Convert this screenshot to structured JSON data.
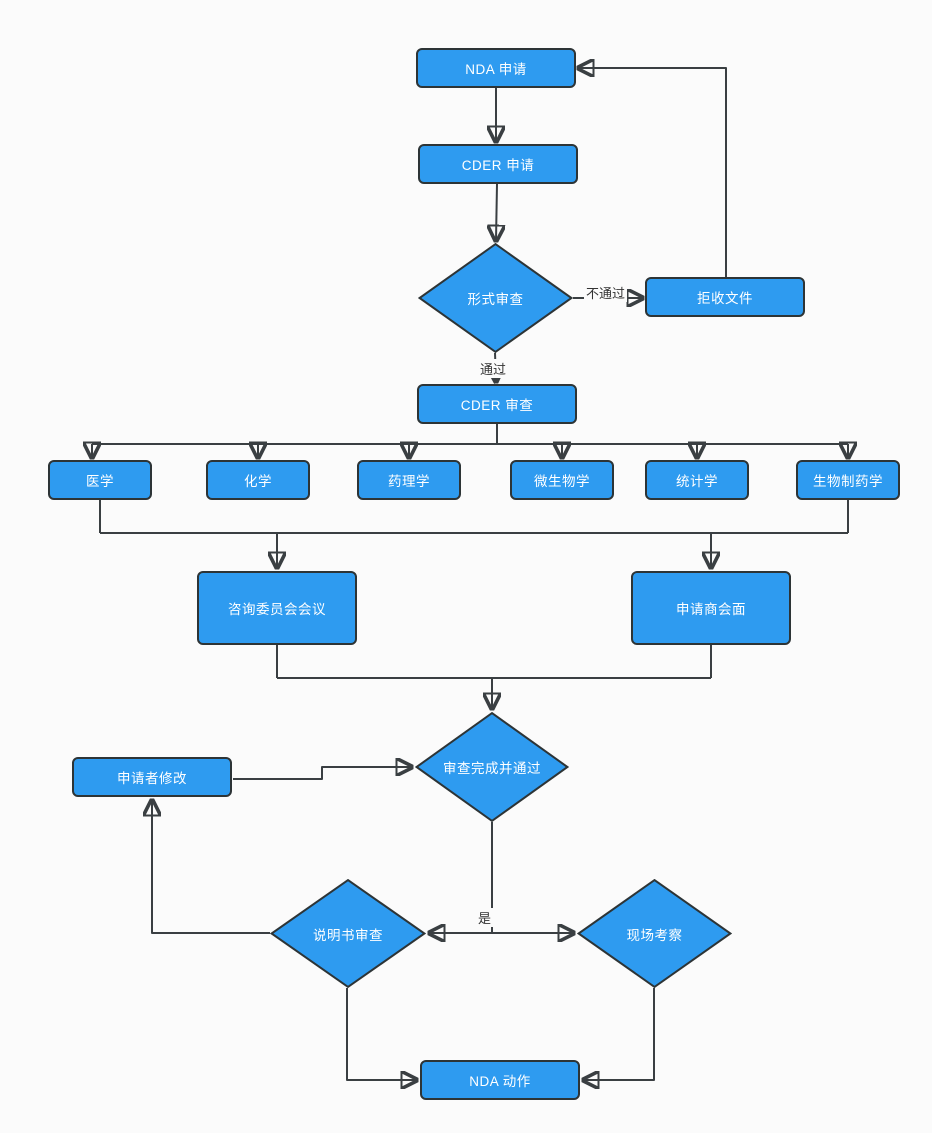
{
  "diagram": {
    "type": "flowchart",
    "nodes": {
      "nda_application": {
        "label": "NDA 申请",
        "shape": "rect"
      },
      "cder_application": {
        "label": "CDER 申请",
        "shape": "rect"
      },
      "formal_review": {
        "label": "形式审查",
        "shape": "diamond"
      },
      "reject_documents": {
        "label": "拒收文件",
        "shape": "rect"
      },
      "cder_review": {
        "label": "CDER 审查",
        "shape": "rect"
      },
      "medicine": {
        "label": "医学",
        "shape": "rect"
      },
      "chemistry": {
        "label": "化学",
        "shape": "rect"
      },
      "pharmacology": {
        "label": "药理学",
        "shape": "rect"
      },
      "microbiology": {
        "label": "微生物学",
        "shape": "rect"
      },
      "statistics": {
        "label": "统计学",
        "shape": "rect"
      },
      "biopharmaceutics": {
        "label": "生物制药学",
        "shape": "rect"
      },
      "advisory_committee_meeting": {
        "label": "咨询委员会会议",
        "shape": "rect"
      },
      "applicant_meeting": {
        "label": "申请商会面",
        "shape": "rect"
      },
      "review_complete_passed": {
        "label": "审查完成并通过",
        "shape": "diamond"
      },
      "applicant_revision": {
        "label": "申请者修改",
        "shape": "rect"
      },
      "label_review": {
        "label": "说明书审查",
        "shape": "diamond"
      },
      "site_inspection": {
        "label": "现场考察",
        "shape": "diamond"
      },
      "nda_action": {
        "label": "NDA 动作",
        "shape": "rect"
      }
    },
    "edge_labels": {
      "not_pass": "不通过",
      "pass": "通过",
      "yes": "是"
    },
    "edges": [
      {
        "from": "nda_application",
        "to": "cder_application",
        "label": ""
      },
      {
        "from": "cder_application",
        "to": "formal_review",
        "label": ""
      },
      {
        "from": "formal_review",
        "to": "reject_documents",
        "label": "不通过"
      },
      {
        "from": "reject_documents",
        "to": "nda_application",
        "label": ""
      },
      {
        "from": "formal_review",
        "to": "cder_review",
        "label": "通过"
      },
      {
        "from": "cder_review",
        "to": "medicine",
        "label": ""
      },
      {
        "from": "cder_review",
        "to": "chemistry",
        "label": ""
      },
      {
        "from": "cder_review",
        "to": "pharmacology",
        "label": ""
      },
      {
        "from": "cder_review",
        "to": "microbiology",
        "label": ""
      },
      {
        "from": "cder_review",
        "to": "statistics",
        "label": ""
      },
      {
        "from": "cder_review",
        "to": "biopharmaceutics",
        "label": ""
      },
      {
        "from": "specialty_reviews",
        "to": "advisory_committee_meeting",
        "label": ""
      },
      {
        "from": "specialty_reviews",
        "to": "applicant_meeting",
        "label": ""
      },
      {
        "from": "advisory_committee_meeting",
        "to": "review_complete_passed",
        "label": ""
      },
      {
        "from": "applicant_meeting",
        "to": "review_complete_passed",
        "label": ""
      },
      {
        "from": "review_complete_passed",
        "to": "label_review",
        "label": "是"
      },
      {
        "from": "review_complete_passed",
        "to": "site_inspection",
        "label": "是"
      },
      {
        "from": "label_review",
        "to": "applicant_revision",
        "label": ""
      },
      {
        "from": "applicant_revision",
        "to": "review_complete_passed",
        "label": ""
      },
      {
        "from": "label_review",
        "to": "nda_action",
        "label": ""
      },
      {
        "from": "site_inspection",
        "to": "nda_action",
        "label": ""
      }
    ],
    "colors": {
      "node_fill": "#2E9BF0",
      "node_border": "#2D3436",
      "node_text": "#FFFFFF",
      "connector": "#3A3F42",
      "edge_label_text": "#333333",
      "background": "#FBFBFB"
    }
  }
}
